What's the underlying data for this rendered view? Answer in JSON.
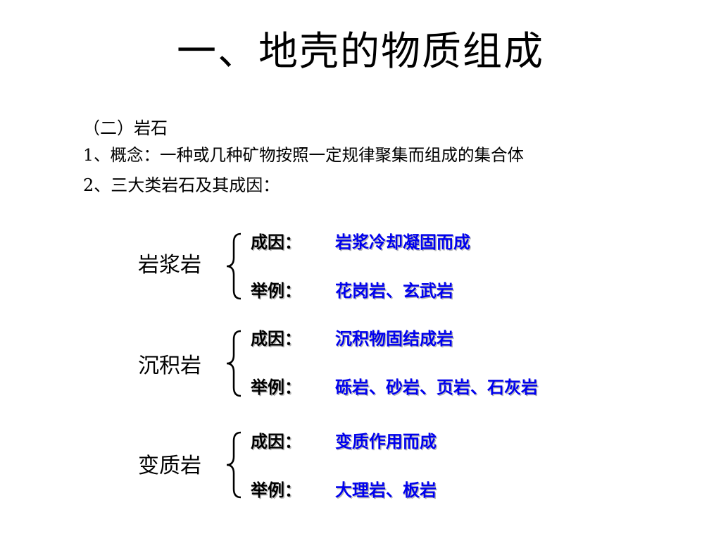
{
  "title": "一、地壳的物质组成",
  "subtitle": "（二）岩石",
  "concept": "1、概念：一种或几种矿物按照一定规律聚集而组成的集合体",
  "types_heading": "2、三大类岩石及其成因：",
  "cause_label": "成因：",
  "example_label": "举例：",
  "rocks": [
    {
      "name": "岩浆岩",
      "cause": "岩浆冷却凝固而成",
      "examples": "花岗岩、玄武岩"
    },
    {
      "name": "沉积岩",
      "cause": "沉积物固结成岩",
      "examples": "砾岩、砂岩、页岩、石灰岩"
    },
    {
      "name": "变质岩",
      "cause": "变质作用而成",
      "examples": "大理岩、板岩"
    }
  ],
  "colors": {
    "text": "#000000",
    "highlight": "#0000ee",
    "shadow": "#b8b8b8"
  }
}
